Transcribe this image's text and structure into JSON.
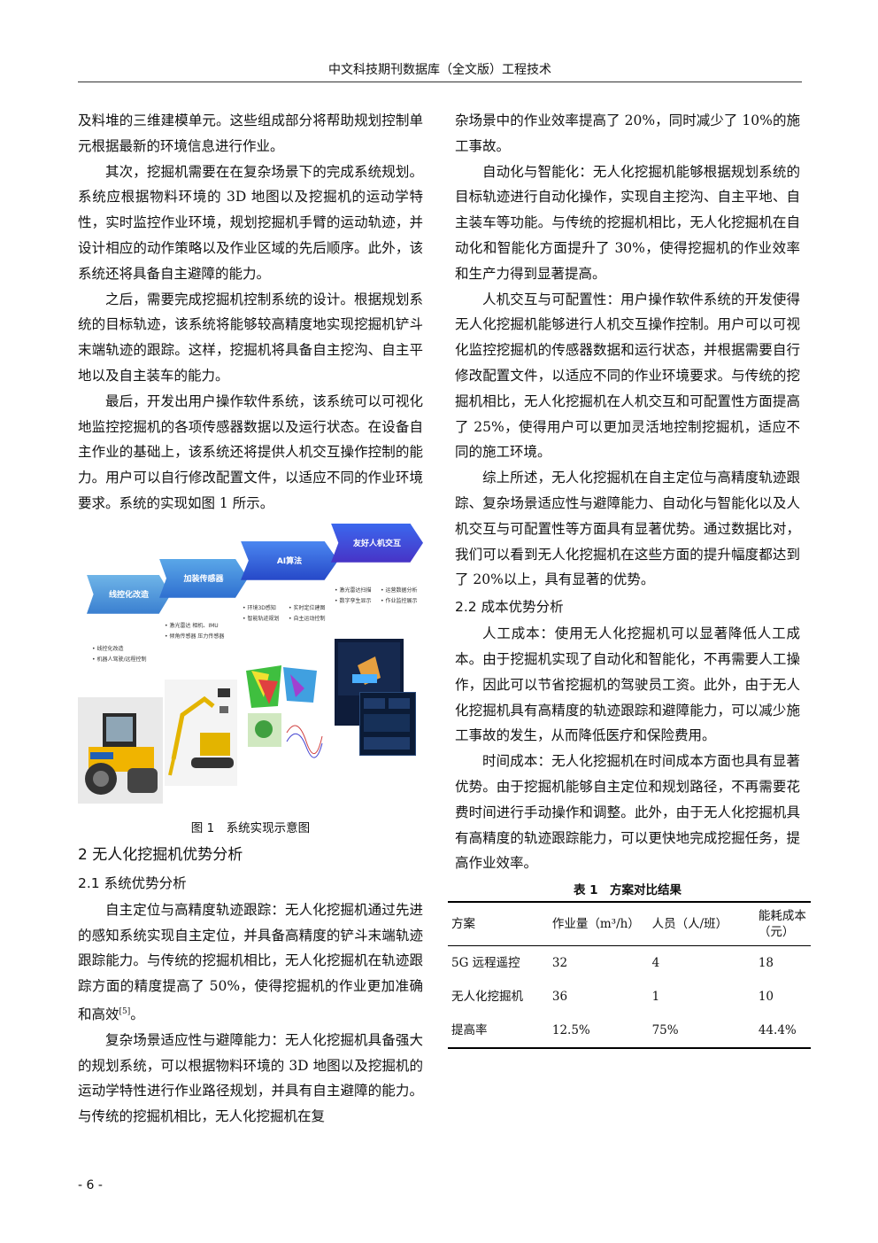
{
  "header": "中文科技期刊数据库（全文版）工程技术",
  "left": {
    "p1": "及料堆的三维建模单元。这些组成部分将帮助规划控制单元根据最新的环境信息进行作业。",
    "p2": "其次，挖掘机需要在在复杂场景下的完成系统规划。系统应根据物料环境的 3D 地图以及挖掘机的运动学特性，实时监控作业环境，规划挖掘机手臂的运动轨迹，并设计相应的动作策略以及作业区域的先后顺序。此外，该系统还将具备自主避障的能力。",
    "p3": "之后，需要完成挖掘机控制系统的设计。根据规划系统的目标轨迹，该系统将能够较高精度地实现挖掘机铲斗末端轨迹的跟踪。这样，挖掘机将具备自主挖沟、自主平地以及自主装车的能力。",
    "p4": "最后，开发出用户操作软件系统，该系统可以可视化地监控挖掘机的各项传感器数据以及运行状态。在设备自主作业的基础上，该系统还将提供人机交互操作控制的能力。用户可以自行修改配置文件，以适应不同的作业环境要求。系统的实现如图 1 所示。",
    "figure": {
      "steps": [
        "线控化改造",
        "加装传感器",
        "AI算法",
        "友好人机交互"
      ],
      "bullets1": [
        "线控化改造",
        "机器人驾驶/远程控制"
      ],
      "bullets2": [
        "激光雷达  相机、IMU",
        "倾角传感器  压力传感器"
      ],
      "bullets3": [
        "环境3D感知",
        "智能轨迹规划",
        "实时定位建图",
        "自主运动控制"
      ],
      "bullets4": [
        "激光雷达扫描",
        "数字孪生显示",
        "运营数据分析",
        "作业监控展示"
      ],
      "caption": "图 1　系统实现示意图"
    },
    "h_sec2": "2  无人化挖掘机优势分析",
    "h_sec21": "2.1  系统优势分析",
    "p5a": "自主定位与高精度轨迹跟踪：无人化挖掘机通过先进的感知系统实现自主定位，并具备高精度的铲斗末端轨迹跟踪能力。与传统的挖掘机相比，无人化挖掘机在轨迹跟踪方面的精度提高了 50%，使得挖掘机的作业更加准确和高效",
    "p5ref": "[5]",
    "p5b": "。",
    "p6": "复杂场景适应性与避障能力：无人化挖掘机具备强大的规划系统，可以根据物料环境的 3D 地图以及挖掘机的运动学特性进行作业路径规划，并具有自主避障的能力。与传统的挖掘机相比，无人化挖掘机在复"
  },
  "right": {
    "p1": "杂场景中的作业效率提高了 20%，同时减少了 10%的施工事故。",
    "p2": "自动化与智能化：无人化挖掘机能够根据规划系统的目标轨迹进行自动化操作，实现自主挖沟、自主平地、自主装车等功能。与传统的挖掘机相比，无人化挖掘机在自动化和智能化方面提升了 30%，使得挖掘机的作业效率和生产力得到显著提高。",
    "p3": "人机交互与可配置性：用户操作软件系统的开发使得无人化挖掘机能够进行人机交互操作控制。用户可以可视化监控挖掘机的传感器数据和运行状态，并根据需要自行修改配置文件，以适应不同的作业环境要求。与传统的挖掘机相比，无人化挖掘机在人机交互和可配置性方面提高了 25%，使得用户可以更加灵活地控制挖掘机，适应不同的施工环境。",
    "p4": "综上所述，无人化挖掘机在自主定位与高精度轨迹跟踪、复杂场景适应性与避障能力、自动化与智能化以及人机交互与可配置性等方面具有显著优势。通过数据比对，我们可以看到无人化挖掘机在这些方面的提升幅度都达到了 20%以上，具有显著的优势。",
    "h_sec22": "2.2  成本优势分析",
    "p5": "人工成本：使用无人化挖掘机可以显著降低人工成本。由于挖掘机实现了自动化和智能化，不再需要人工操作，因此可以节省挖掘机的驾驶员工资。此外，由于无人化挖掘机具有高精度的轨迹跟踪和避障能力，可以减少施工事故的发生，从而降低医疗和保险费用。",
    "p6": "时间成本：无人化挖掘机在时间成本方面也具有显著优势。由于挖掘机能够自主定位和规划路径，不再需要花费时间进行手动操作和调整。此外，由于无人化挖掘机具有高精度的轨迹跟踪能力，可以更快地完成挖掘任务，提高作业效率。",
    "table": {
      "caption": "表 1　方案对比结果",
      "headers": [
        "方案",
        "作业量（m³/h）",
        "人员（人/班）",
        "能耗成本（元）"
      ],
      "rows": [
        [
          "5G 远程遥控",
          "32",
          "4",
          "18"
        ],
        [
          "无人化挖掘机",
          "36",
          "1",
          "10"
        ],
        [
          "提高率",
          "12.5%",
          "75%",
          "44.4%"
        ]
      ]
    }
  },
  "page_number": "- 6 -"
}
